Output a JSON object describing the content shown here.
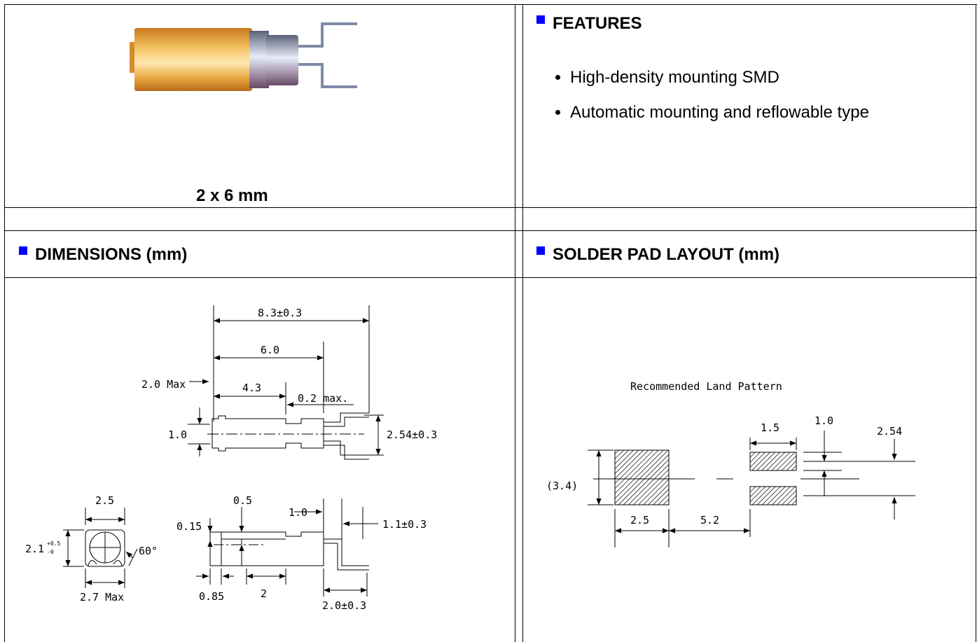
{
  "product": {
    "size_label": "2 x 6 mm"
  },
  "features": {
    "heading": "FEATURES",
    "items": [
      "High-density mounting SMD",
      "Automatic mounting and reflowable type"
    ]
  },
  "dimensions": {
    "heading": "DIMENSIONS (mm)",
    "labels": {
      "overall_length": "8.3±0.3",
      "body_length": "6.0",
      "max_2": "2.0 Max",
      "len_43": "4.3",
      "max_02": "0.2 max.",
      "thick_10": "1.0",
      "pitch": "2.54±0.3",
      "w25": "2.5",
      "h21": "2.1",
      "h21_tol_top": "+0.5",
      "h21_tol_bot": "-0",
      "angle": "60°",
      "w27max": "2.7 Max",
      "d015": "0.15",
      "d05": "0.5",
      "d10b": "1.0",
      "d11": "1.1±0.3",
      "d085": "0.85",
      "d2": "2",
      "d20": "2.0±0.3"
    }
  },
  "solder": {
    "heading": "SOLDER PAD LAYOUT (mm)",
    "labels": {
      "title": "Recommended Land Pattern",
      "h34": "(3.4)",
      "w25": "2.5",
      "w52": "5.2",
      "w15": "1.5",
      "w10": "1.0",
      "w254": "2.54"
    }
  },
  "colors": {
    "bullet": "#0000ff",
    "body_gold": "#e6a83a",
    "pin_silver": "#8a96b4"
  }
}
